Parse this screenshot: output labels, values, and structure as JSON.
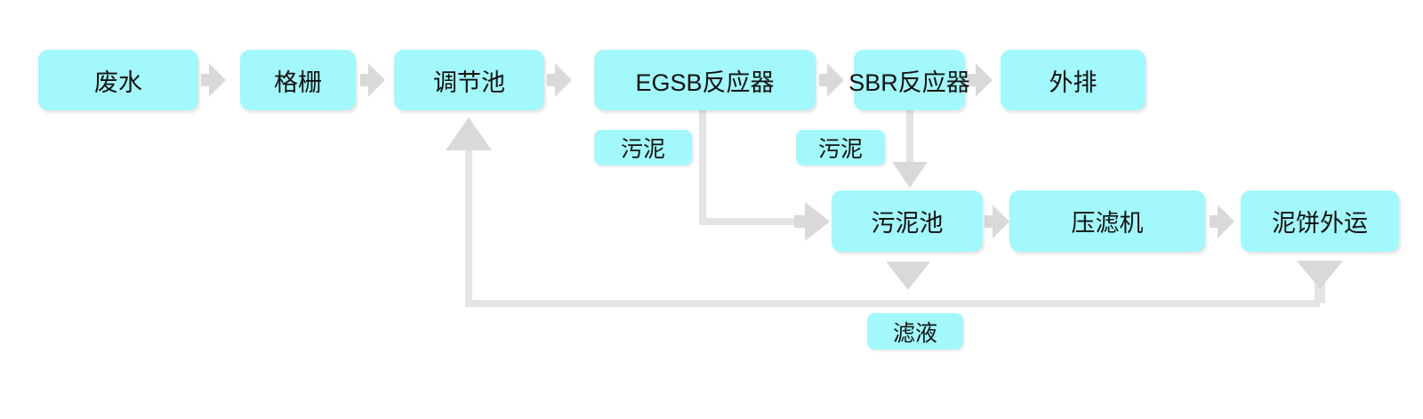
{
  "diagram": {
    "type": "process-flowchart",
    "nodes": {
      "wastewater": {
        "label": "废水"
      },
      "bar_screen": {
        "label": "格栅"
      },
      "regulating_tank": {
        "label": "调节池"
      },
      "egsb_reactor": {
        "label": "EGSB反应器"
      },
      "sbr_reactor": {
        "label": "SBR反应器"
      },
      "discharge": {
        "label": "外排"
      },
      "sludge_tank": {
        "label": "污泥池"
      },
      "filter_press": {
        "label": "压滤机"
      },
      "sludge_cake_out": {
        "label": "泥饼外运"
      }
    },
    "stream_labels": {
      "egsb_sludge": {
        "label": "污泥"
      },
      "sbr_sludge": {
        "label": "污泥"
      },
      "filtrate": {
        "label": "滤液"
      }
    },
    "edges": [
      {
        "from": "废水",
        "to": "格栅"
      },
      {
        "from": "格栅",
        "to": "调节池"
      },
      {
        "from": "调节池",
        "to": "EGSB反应器"
      },
      {
        "from": "EGSB反应器",
        "to": "SBR反应器"
      },
      {
        "from": "SBR反应器",
        "to": "外排"
      },
      {
        "from": "EGSB反应器",
        "to": "污泥池",
        "label": "污泥"
      },
      {
        "from": "SBR反应器",
        "to": "污泥池",
        "label": "污泥"
      },
      {
        "from": "污泥池",
        "to": "压滤机"
      },
      {
        "from": "压滤机",
        "to": "泥饼外运"
      },
      {
        "from": "污泥池",
        "to": "调节池",
        "label": "滤液"
      },
      {
        "from": "泥饼外运",
        "to": "调节池",
        "label": "滤液"
      }
    ],
    "colors": {
      "node_fill": "#a2f8fa",
      "arrow": "#d9d9d9",
      "line": "#e4e4e4",
      "text": "#111111",
      "background": "#ffffff"
    }
  }
}
